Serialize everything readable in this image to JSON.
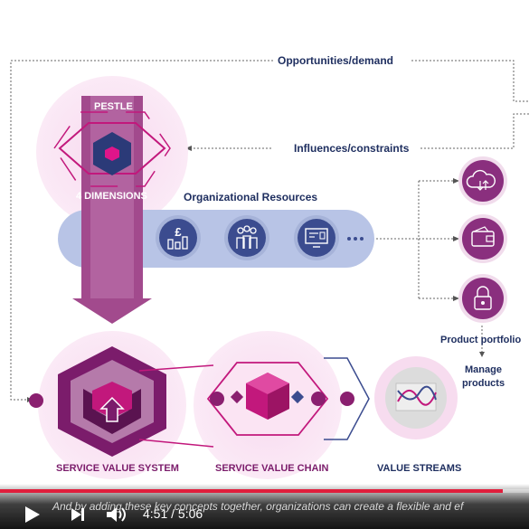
{
  "diagram": {
    "opportunities_label": "Opportunities/demand",
    "influences_label": "Influences/constraints",
    "pestle_label": "PESTLE",
    "dimensions_label": "4 DIMENSIONS",
    "org_resources_label": "Organizational Resources",
    "product_portfolio_label": "Product portfolio",
    "manage_products_line1": "Manage",
    "manage_products_line2": "products",
    "svs_label": "SERVICE VALUE SYSTEM",
    "svc_label": "SERVICE VALUE CHAIN",
    "value_streams_label": "VALUE STREAMS",
    "resource_icons": [
      "pound-chart-icon",
      "people-icon",
      "monitor-icon"
    ],
    "product_icons": [
      "cloud-sync-icon",
      "wallet-icon",
      "lock-icon"
    ],
    "colors": {
      "navy": "#1f2f60",
      "purple": "#7b1c6b",
      "magenta": "#c2187c",
      "lavender": "#b8c4e6",
      "pink": "#f4d2ec"
    }
  },
  "player": {
    "subtitle": "And by adding these key concepts together, organizations can create a flexible and ef",
    "current_time": "4:51",
    "separator": "/",
    "duration": "5:06",
    "progress": 0.951,
    "progress_color": "#e01e3c"
  }
}
